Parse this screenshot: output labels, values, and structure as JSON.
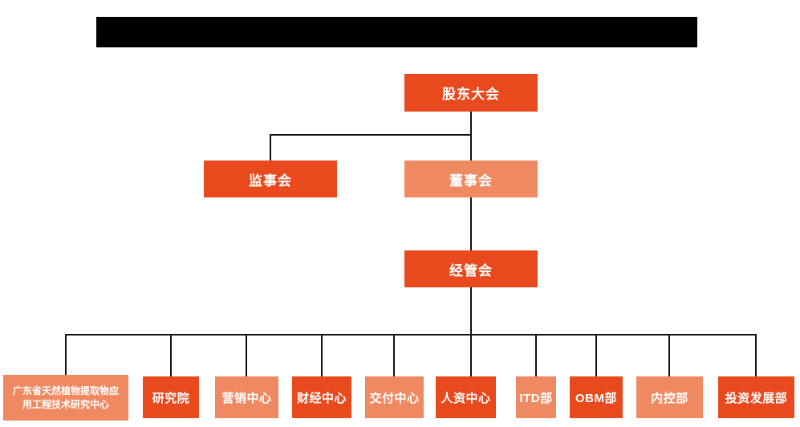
{
  "colors": {
    "dark": "#e8491d",
    "light": "#ef8962",
    "line": "#111111",
    "text": "#ffffff",
    "redaction": "#000000",
    "background": "#ffffff"
  },
  "header": {
    "style": "black-redaction-bar"
  },
  "org_chart": {
    "level1": {
      "shareholders": {
        "label": "股东大会",
        "variant": "dark"
      }
    },
    "level2": {
      "supervisory_board": {
        "label": "监事会",
        "variant": "dark"
      },
      "board_of_directors": {
        "label": "董事会",
        "variant": "light"
      }
    },
    "level3": {
      "management_committee": {
        "label": "经管会",
        "variant": "dark"
      }
    },
    "departments": [
      {
        "label": "广东省天然植物提取物应用工程技术研究中心",
        "variant": "light"
      },
      {
        "label": "研究院",
        "variant": "dark"
      },
      {
        "label": "营销中心",
        "variant": "light"
      },
      {
        "label": "财经中心",
        "variant": "dark"
      },
      {
        "label": "交付中心",
        "variant": "light"
      },
      {
        "label": "人资中心",
        "variant": "dark"
      },
      {
        "label": "ITD部",
        "variant": "light"
      },
      {
        "label": "OBM部",
        "variant": "dark"
      },
      {
        "label": "内控部",
        "variant": "light"
      },
      {
        "label": "投资发展部",
        "variant": "dark"
      }
    ]
  }
}
